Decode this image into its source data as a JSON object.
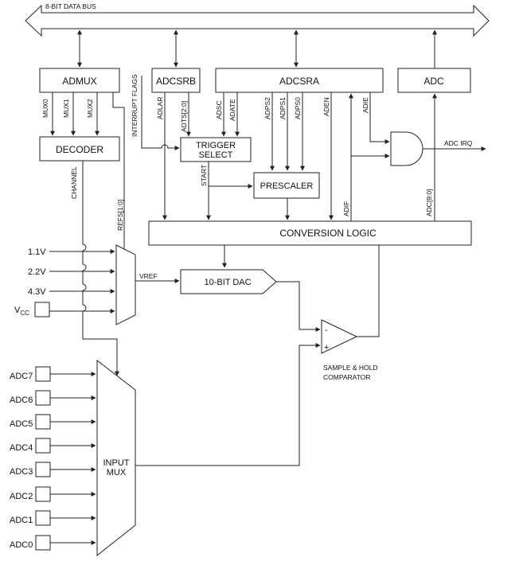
{
  "bus": {
    "label": "8-BIT DATA BUS"
  },
  "registers": {
    "admux": "ADMUX",
    "adcsrb": "ADCSRB",
    "adcsra": "ADCSRA",
    "adc": "ADC"
  },
  "blocks": {
    "decoder": "DECODER",
    "trigger_select": [
      "TRIGGER",
      "SELECT"
    ],
    "prescaler": "PRESCALER",
    "conversion_logic": "CONVERSION LOGIC",
    "dac": "10-BIT DAC",
    "input_mux": [
      "INPUT",
      "MUX"
    ],
    "comparator": [
      "SAMPLE & HOLD",
      "COMPARATOR"
    ]
  },
  "signals": {
    "mux": [
      "MUX0",
      "MUX1",
      "MUX2"
    ],
    "interrupt_flags": "INTERRUPT FLAGS",
    "adlar": "ADLAR",
    "adts": "ADTS[2:0]",
    "adsc": "ADSC",
    "adate": "ADATE",
    "adps": [
      "ADPS2",
      "ADPS1",
      "ADPS0"
    ],
    "aden": "ADEN",
    "adie": "ADIE",
    "adif": "ADIF",
    "adc_data": "ADC[9:0]",
    "adc_irq": "ADC IRQ",
    "channel": "CHANNEL",
    "refs": "REFS[1:0]",
    "start": "START",
    "vref": "VREF",
    "minus": "-",
    "plus": "+"
  },
  "references": {
    "inputs": [
      "1.1V",
      "2.2V",
      "4.3V"
    ],
    "vcc_main": "V",
    "vcc_sub": "CC"
  },
  "channels": [
    "ADC7",
    "ADC6",
    "ADC5",
    "ADC4",
    "ADC3",
    "ADC2",
    "ADC1",
    "ADC0"
  ]
}
